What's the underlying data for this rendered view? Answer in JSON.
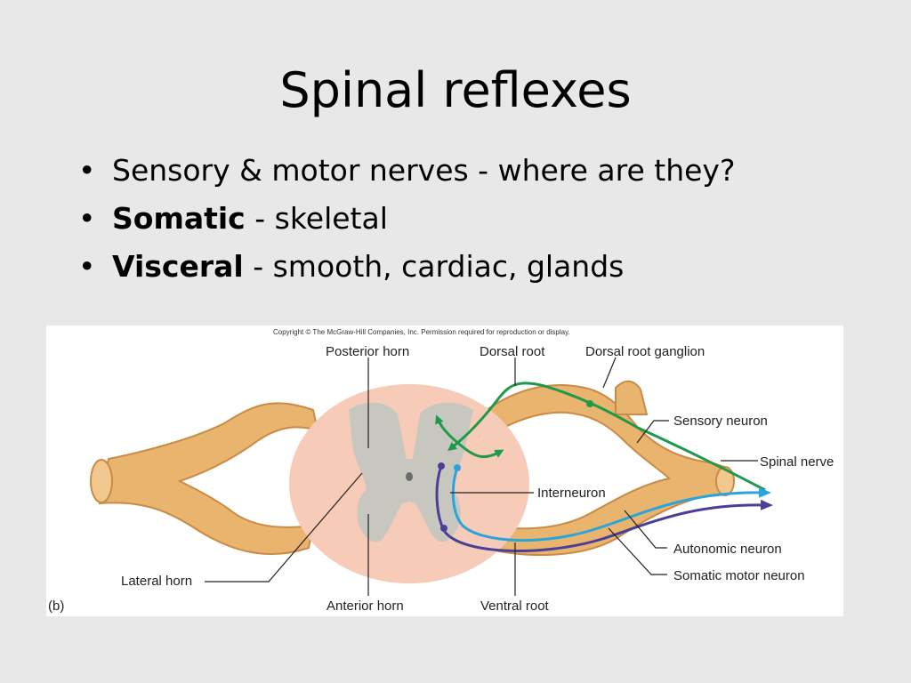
{
  "slide": {
    "title": "Spinal reflexes",
    "bullets": [
      {
        "bullet": "•",
        "strong": "",
        "text": "Sensory & motor nerves - where are they?"
      },
      {
        "bullet": "•",
        "strong": "Somatic",
        "text": " - skeletal"
      },
      {
        "bullet": "•",
        "strong": "Visceral",
        "text": " - smooth, cardiac, glands"
      }
    ]
  },
  "figure": {
    "copyright": "Copyright © The McGraw-Hill Companies, Inc. Permission required for reproduction or display.",
    "panel_letter": "(b)",
    "labels": {
      "posterior_horn": "Posterior horn",
      "dorsal_root": "Dorsal root",
      "dorsal_root_ganglion": "Dorsal root ganglion",
      "sensory_neuron": "Sensory neuron",
      "spinal_nerve": "Spinal nerve",
      "interneuron": "Interneuron",
      "autonomic_neuron": "Autonomic neuron",
      "somatic_motor_neuron": "Somatic motor neuron",
      "lateral_horn": "Lateral horn",
      "anterior_horn": "Anterior horn",
      "ventral_root": "Ventral root"
    },
    "colors": {
      "nerve": "#e9b46e",
      "white_matter": "#f6cbb8",
      "gray_matter": "#c7c7bf",
      "sensory": "#1f9a4a",
      "autonomic": "#2aa5dc",
      "somatic_motor": "#4a3f98"
    }
  }
}
